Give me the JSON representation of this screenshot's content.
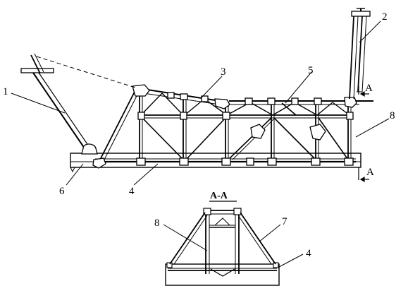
{
  "diagram": {
    "callouts": [
      "1",
      "2",
      "3",
      "4",
      "5",
      "6",
      "7",
      "8"
    ],
    "section_marks": [
      "A",
      "A"
    ],
    "section_title": "A-A"
  }
}
